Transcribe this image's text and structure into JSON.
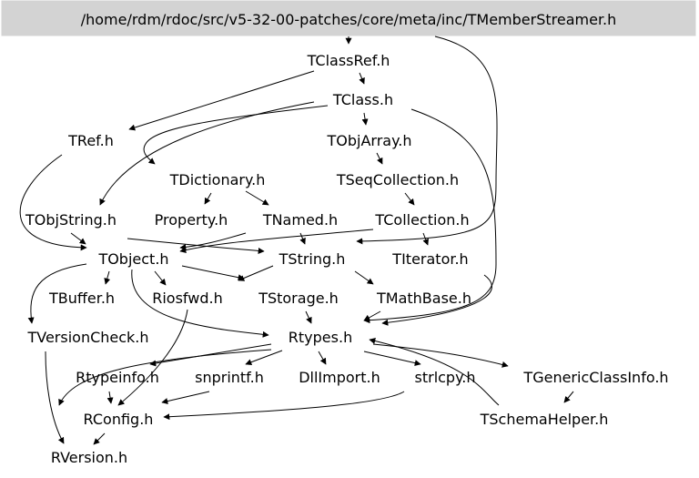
{
  "diagram": {
    "root_label": "/home/rdm/rdoc/src/v5-32-00-patches/core/meta/inc/TMemberStreamer.h",
    "colors": {
      "root_fill": "#d3d3d3",
      "edge": "#000000",
      "text": "#000000",
      "background": "#ffffff"
    },
    "nodes": {
      "tclassref": "TClassRef.h",
      "tclass": "TClass.h",
      "tref": "TRef.h",
      "tobjarray": "TObjArray.h",
      "tdictionary": "TDictionary.h",
      "tseqcollection": "TSeqCollection.h",
      "tobjstring": "TObjString.h",
      "property": "Property.h",
      "tnamed": "TNamed.h",
      "tcollection": "TCollection.h",
      "tobject": "TObject.h",
      "tstring": "TString.h",
      "titerator": "TIterator.h",
      "tbuffer": "TBuffer.h",
      "riosfwd": "Riosfwd.h",
      "tstorage": "TStorage.h",
      "tmathbase": "TMathBase.h",
      "tversioncheck": "TVersionCheck.h",
      "rtypes": "Rtypes.h",
      "rtypeinfo": "Rtypeinfo.h",
      "snprintf": "snprintf.h",
      "dllimport": "DllImport.h",
      "strlcpy": "strlcpy.h",
      "tgenericclassinfo": "TGenericClassInfo.h",
      "rconfig": "RConfig.h",
      "tschemahelper": "TSchemaHelper.h",
      "rversion": "RVersion.h"
    }
  }
}
